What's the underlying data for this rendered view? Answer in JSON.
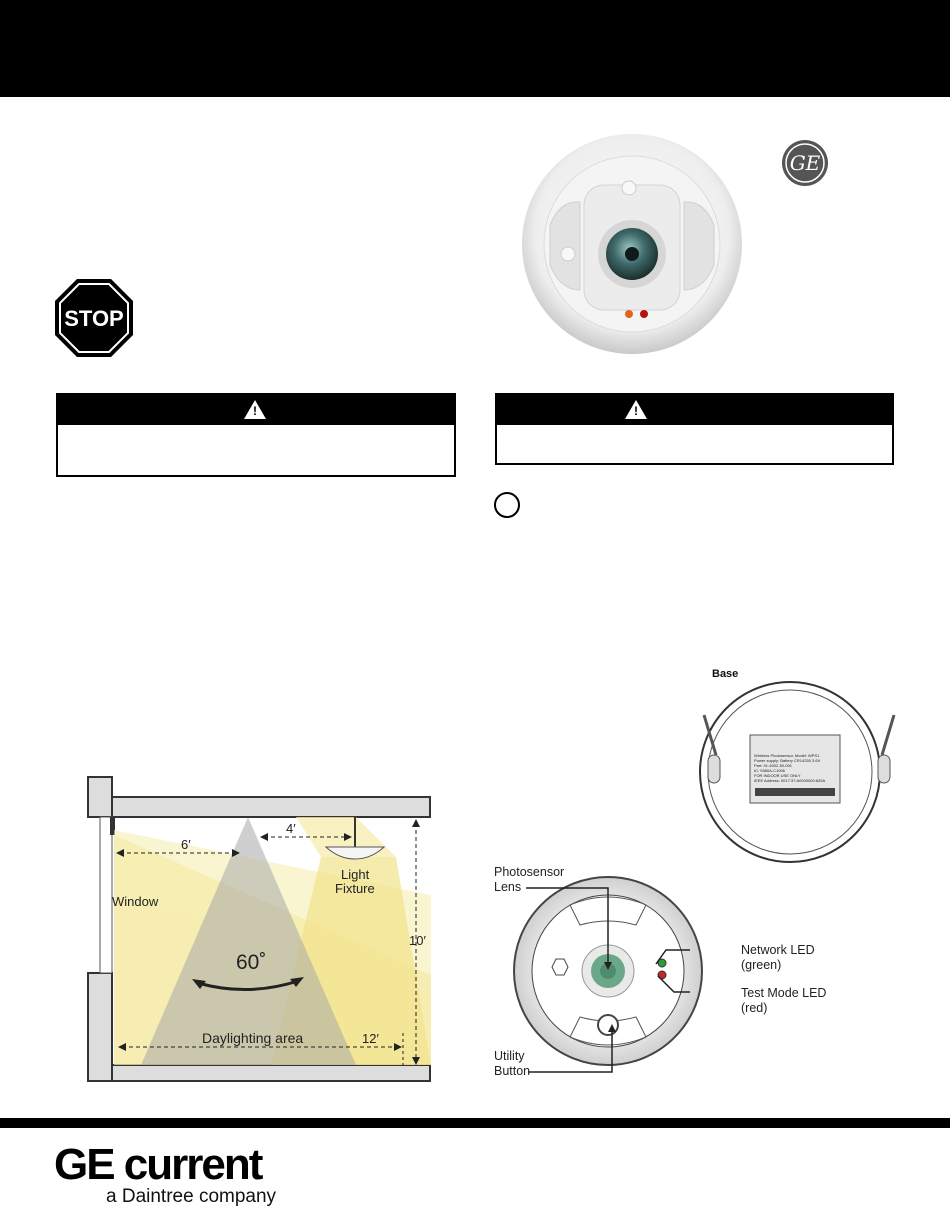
{
  "header": {
    "background": "#000000"
  },
  "stop_sign": {
    "label": "STOP"
  },
  "warnings": [
    {
      "icon": "warning-triangle-icon",
      "symbol": "!"
    },
    {
      "icon": "warning-triangle-icon",
      "symbol": "!"
    }
  ],
  "product_photo": {
    "brand_mark": "GE"
  },
  "room_diagram": {
    "dim_window_fixture": "6′",
    "dim_fixture_offset": "4′",
    "dim_ceiling_height": "10′",
    "dim_daylight_depth": "12′",
    "angle": "60˚",
    "label_window": "Window",
    "label_fixture_line1": "Light",
    "label_fixture_line2": "Fixture",
    "label_area": "Daylighting area"
  },
  "base_view": {
    "title": "Base",
    "label_lines": [
      "Wireless Photosensor, Model: WPS1",
      "Power supply: Battery CR14250 3.6V",
      "Part: 91-4002-50-001",
      "IC: 9380A-C1006",
      "FOR INDOOR USE ONLY",
      "IEEE Address: 0017:37:A0000000:625A"
    ]
  },
  "front_view": {
    "lens_label_line1": "Photosensor",
    "lens_label_line2": "Lens",
    "network_led_line1": "Network LED",
    "network_led_line2": "(green)",
    "test_led_line1": "Test Mode LED",
    "test_led_line2": "(red)",
    "button_line1": "Utility",
    "button_line2": "Button",
    "colors": {
      "network_led": "#2e9a3a",
      "test_led": "#c0282a",
      "lens": "#6aa889"
    }
  },
  "footer_logo": {
    "line1": "GE current",
    "line2": "a Daintree company"
  }
}
